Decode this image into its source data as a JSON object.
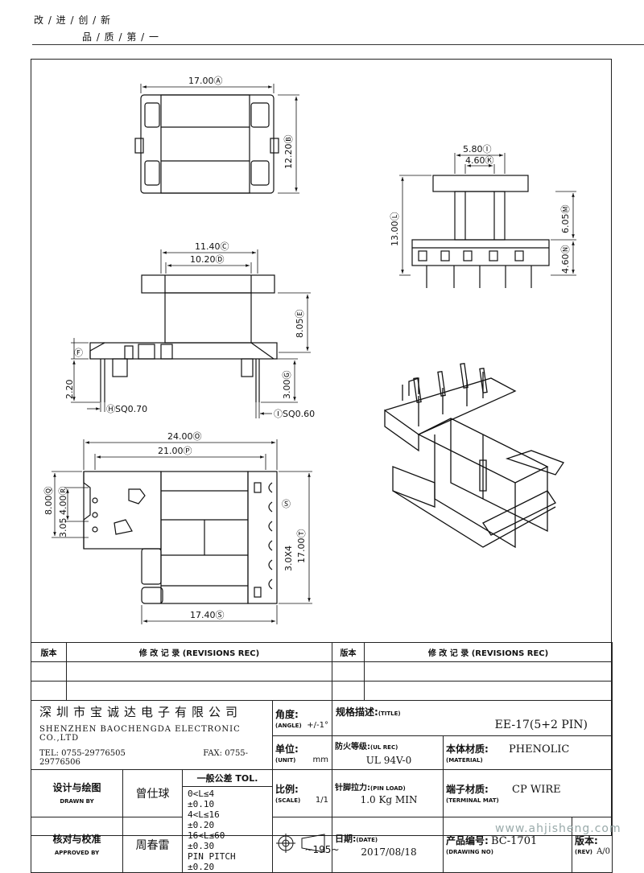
{
  "header": {
    "motto_line1": "改 / 进 / 创 / 新",
    "motto_line2": "品 / 质 / 第 / 一"
  },
  "dimensions": {
    "d1": "17.00Ⓐ",
    "d2": "12.20Ⓑ",
    "d3": "5.80Ⓘ",
    "d4": "4.60Ⓚ",
    "d5": "13.00Ⓛ",
    "d6": "6.05Ⓜ",
    "d7": "4.60Ⓝ",
    "d8": "11.40Ⓒ",
    "d9": "10.20Ⓓ",
    "d10": "8.05Ⓔ",
    "d11": "Ⓕ",
    "d12": "2.20",
    "d13": "3.00Ⓖ",
    "d14": "ⒽSQ0.70",
    "d15": "ⒾSQ0.60",
    "d16": "24.00Ⓞ",
    "d17": "21.00Ⓟ",
    "d18": "8.00Ⓠ",
    "d19": "4.00Ⓡ",
    "d20": "3.05",
    "d21": "Ⓢ",
    "d22": "3.0X4",
    "d23": "17.00Ⓣ",
    "d24": "17.40Ⓢ"
  },
  "revisions": {
    "col_version": "版本",
    "col_record": "修 改 记 录 (REVISIONS REC)"
  },
  "title_block": {
    "company_cn": "深圳市宝诚达电子有限公司",
    "company_en": "SHENZHEN BAOCHENGDA ELECTRONIC CO.,LTD",
    "tel": "TEL: 0755-29776505",
    "fax": "FAX: 0755-29776506",
    "angle_label": "角度:",
    "angle_label_en": "(ANGLE)",
    "angle_value": "+/-1°",
    "unit_label": "单位:",
    "unit_label_en": "(UNIT)",
    "unit_value": "mm",
    "scale_label": "比例:",
    "scale_label_en": "(SCALE)",
    "scale_value": "1/1",
    "title_label": "规格描述:",
    "title_label_en": "(TITLE)",
    "title_value": "EE-17(5+2 PIN)",
    "ul_label": "防火等级:",
    "ul_label_en": "(UL REC)",
    "ul_value": "UL 94V-0",
    "material_label": "本体材质:",
    "material_label_en": "(MATERIAL)",
    "material_value": "PHENOLIC",
    "pin_load_label": "针脚拉力:",
    "pin_load_label_en": "(PIN LOAD)",
    "pin_load_value": "1.0 Kg MIN",
    "terminal_label": "端子材质:",
    "terminal_label_en": "(TERMINAL MAT)",
    "terminal_value": "CP WIRE",
    "date_label": "日期:",
    "date_label_en": "(DATE)",
    "date_value": "2017/08/18",
    "drawing_no_label": "产品编号:",
    "drawing_no_label_en": "(DRAWING NO)",
    "drawing_no_value": "BC-1701",
    "rev_label": "版本:",
    "rev_label_en": "(REV)",
    "rev_value": "A/0",
    "drawn_label": "设计与绘图",
    "drawn_label_en": "DRAWN BY",
    "drawn_value": "曾仕球",
    "approved_label": "核对与校准",
    "approved_label_en": "APPROVED BY",
    "approved_value": "周春雷",
    "tolerance_title": "一般公差 TOL.",
    "tolerances": [
      {
        "range": "0<L≤4",
        "value": "±0.10"
      },
      {
        "range": "4<L≤16",
        "value": "±0.20"
      },
      {
        "range": "16<L≤60",
        "value": "±0.30"
      },
      {
        "range": "PIN PITCH",
        "value": "±0.20"
      }
    ]
  },
  "footer": {
    "page_number": "~195~",
    "watermark": "www.ahjisheng.com"
  }
}
